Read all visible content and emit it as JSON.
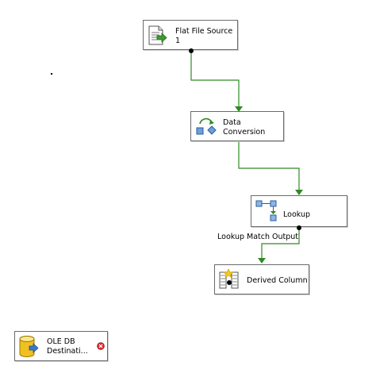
{
  "canvas": {
    "components": [
      {
        "id": "flat-file-source",
        "icon": "flat-file-source-icon",
        "label_line1": "Flat File Source",
        "label_line2": "1"
      },
      {
        "id": "data-conversion",
        "icon": "data-conversion-icon",
        "label_line1": "Data",
        "label_line2": "Conversion"
      },
      {
        "id": "lookup",
        "icon": "lookup-icon",
        "label_line1": "Lookup"
      },
      {
        "id": "derived-column",
        "icon": "derived-column-icon",
        "label_line1": "Derived Column"
      },
      {
        "id": "ole-db-destination",
        "icon": "ole-db-destination-icon",
        "label_line1": "OLE DB",
        "label_line2": "Destinati...",
        "status_icon": "error-icon"
      }
    ],
    "paths": [
      {
        "from": "flat-file-source",
        "to": "data-conversion"
      },
      {
        "from": "data-conversion",
        "to": "lookup"
      },
      {
        "from": "lookup",
        "to": "derived-column",
        "label": "Lookup Match Output"
      }
    ],
    "colors": {
      "path": "#2e8b22",
      "node_border": "#6b6b6b",
      "error": "#d9262b"
    }
  }
}
